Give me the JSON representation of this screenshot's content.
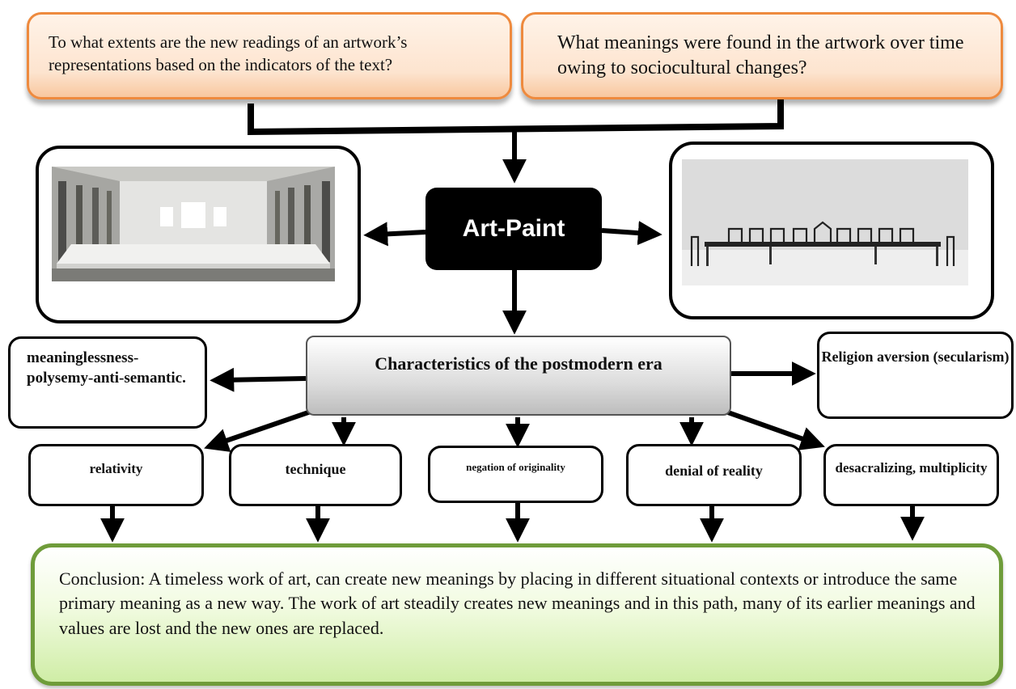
{
  "questions": {
    "q1": "To what extents are the new readings of an artwork’s representations based on the indicators of the text?",
    "q2": "What meanings were found in the artwork over time owing to sociocultural changes?"
  },
  "center": {
    "title": "Art-Paint"
  },
  "characteristics": {
    "title": "Characteristics of the postmodern era",
    "left": "meaninglessness-polysemy-anti-semantic.",
    "right": "Religion aversion (secularism)"
  },
  "leaves": [
    "relativity",
    "technique",
    "negation of originality",
    "denial of reality",
    "desacralizing, multiplicity"
  ],
  "conclusion": "Conclusion: A timeless work of art, can create new meanings by placing in different situational contexts or introduce the same primary meaning as a new way. The work of art steadily creates new meanings and in this path, many of its earlier meanings and values are lost and the new ones are replaced.",
  "colors": {
    "question_border": "#ee8a3e",
    "conclusion_border": "#6f9c3a",
    "center_fill": "#000000"
  }
}
